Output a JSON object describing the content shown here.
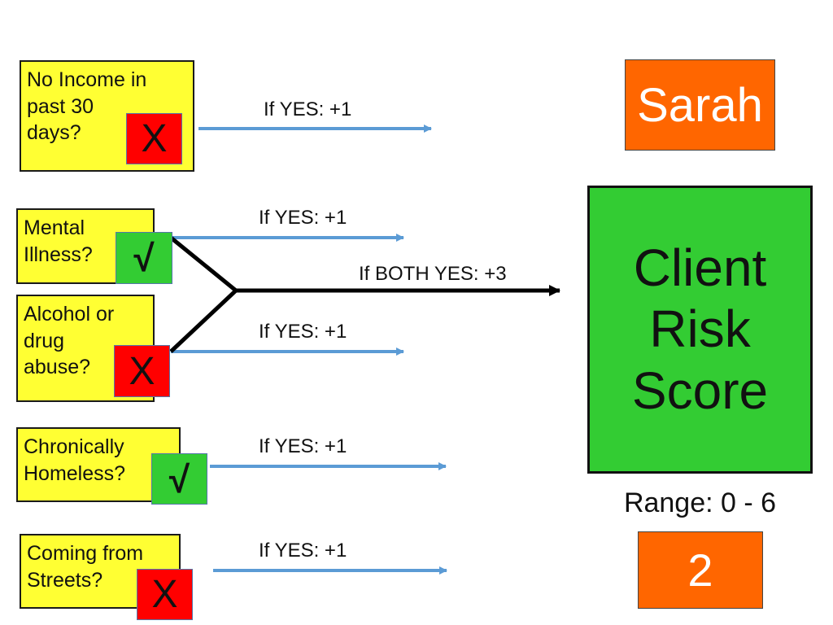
{
  "client_name": "Sarah",
  "colors": {
    "criterion_fill": "#ffff33",
    "no_mark": "#ff0000",
    "yes_mark": "#33cc33",
    "arrow": "#5b9bd5",
    "combo_arrow": "#000000",
    "name_box": "#ff6600",
    "score_box": "#33cc33"
  },
  "criteria": [
    {
      "id": "no-income",
      "label": "No Income in\npast 30\ndays?",
      "answer": "X",
      "rule": "If YES: +1"
    },
    {
      "id": "mental-illness",
      "label": "Mental\nIllness?",
      "answer": "√",
      "rule": "If YES: +1"
    },
    {
      "id": "alcohol-drug",
      "label": "Alcohol or\ndrug\nabuse?",
      "answer": "X",
      "rule": "If YES: +1"
    },
    {
      "id": "chronically-homeless",
      "label": "Chronically\nHomeless?",
      "answer": "√",
      "rule": "If YES: +1"
    },
    {
      "id": "coming-from-streets",
      "label": "Coming from\nStreets?",
      "answer": "X",
      "rule": "If YES: +1"
    }
  ],
  "combined_rule": "If BOTH YES: +3",
  "score_title": [
    "Client",
    "Risk",
    "Score"
  ],
  "range_text": "Range: 0 - 6",
  "score_value": "2"
}
